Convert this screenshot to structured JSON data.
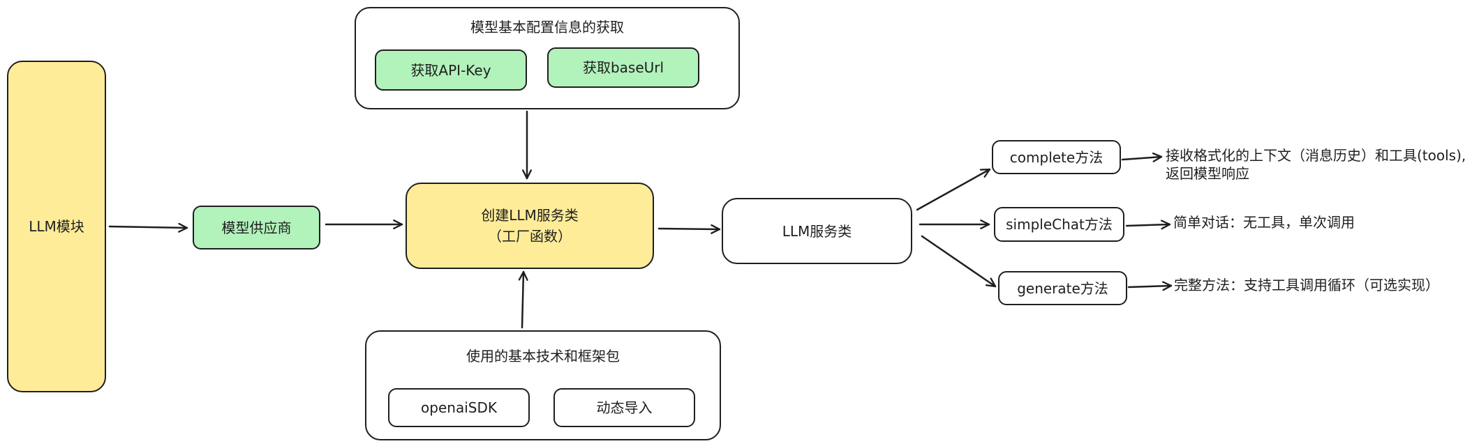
{
  "nodes": {
    "llm_module": "LLM模块",
    "provider": "模型供应商",
    "factory": "创建LLM服务类\n（工厂函数）",
    "service_class": "LLM服务类",
    "complete_method": "complete方法",
    "simplechat_method": "simpleChat方法",
    "generate_method": "generate方法"
  },
  "config_group": {
    "title": "模型基本配置信息的获取",
    "items": [
      "获取API-Key",
      "获取baseUrl"
    ]
  },
  "tech_group": {
    "title": "使用的基本技术和框架包",
    "items": [
      "openaiSDK",
      "动态导入"
    ]
  },
  "descriptions": {
    "complete": "接收格式化的上下文（消息历史）和工具(tools),\n返回模型响应",
    "simplechat": "简单对话：无工具，单次调用",
    "generate": "完整方法：支持工具调用循环（可选实现）"
  },
  "colors": {
    "yellow": "#ffec99",
    "green": "#b2f2bb",
    "stroke": "#1e1e1e",
    "background": "#ffffff"
  }
}
